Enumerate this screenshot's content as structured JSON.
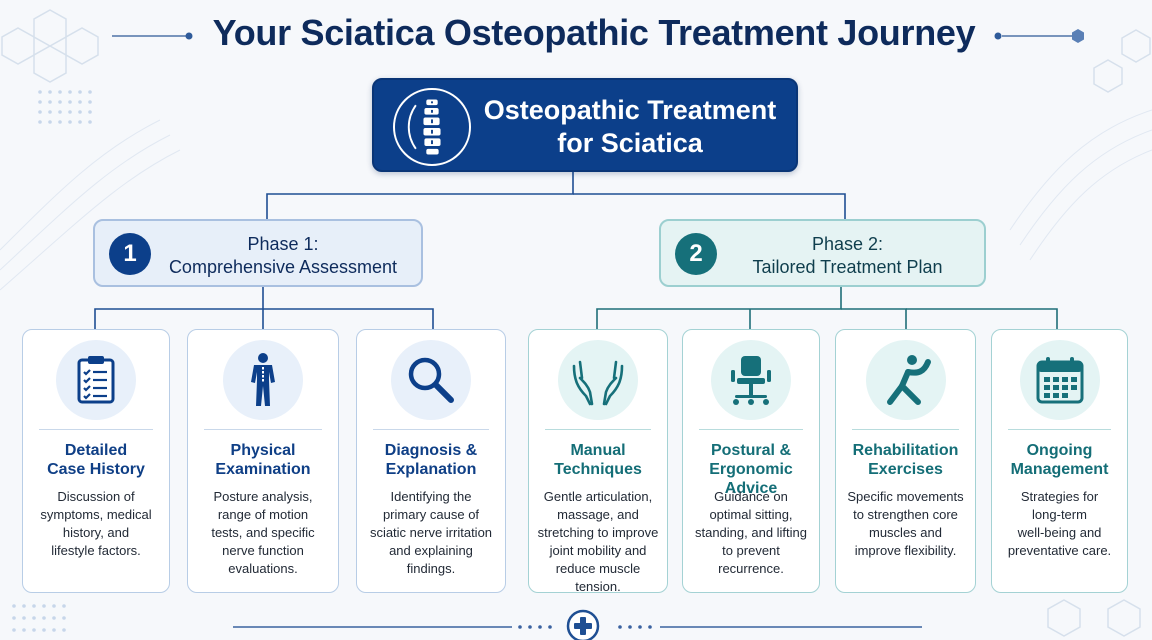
{
  "title": "Your Sciatica Osteopathic Treatment Journey",
  "root": {
    "icon": "spine-icon",
    "lines": [
      "Osteopathic Treatment",
      "for Sciatica"
    ]
  },
  "phases": [
    {
      "number": "1",
      "lines": [
        "Phase 1:",
        "Comprehensive Assessment"
      ]
    },
    {
      "number": "2",
      "lines": [
        "Phase 2:",
        "Tailored Treatment Plan"
      ]
    }
  ],
  "cards": [
    {
      "icon": "clipboard-checklist-icon",
      "title": [
        "Detailed",
        "Case History"
      ],
      "desc": [
        "Discussion of",
        "symptoms, medical",
        "history, and",
        "lifestyle factors."
      ]
    },
    {
      "icon": "human-body-spine-icon",
      "title": [
        "Physical",
        "Examination"
      ],
      "desc": [
        "Posture analysis,",
        "range of motion",
        "tests, and specific",
        "nerve function",
        "evaluations."
      ]
    },
    {
      "icon": "magnifying-glass-icon",
      "title": [
        "Diagnosis &",
        "Explanation"
      ],
      "desc": [
        "Identifying the",
        "primary cause of",
        "sciatic nerve irritation",
        "and explaining",
        "findings."
      ]
    },
    {
      "icon": "open-hands-icon",
      "title": [
        "Manual",
        "Techniques"
      ],
      "desc": [
        "Gentle articulation,",
        "massage, and",
        "stretching to improve",
        "joint mobility and",
        "reduce muscle",
        "tension."
      ]
    },
    {
      "icon": "office-chair-icon",
      "title": [
        "Postural &",
        "Ergonomic Advice"
      ],
      "desc": [
        "Guidance on",
        "optimal sitting,",
        "standing, and lifting",
        "to prevent",
        "recurrence."
      ]
    },
    {
      "icon": "stretching-figure-icon",
      "title": [
        "Rehabilitation",
        "Exercises"
      ],
      "desc": [
        "Specific movements",
        "to strengthen core",
        "muscles and",
        "improve flexibility."
      ]
    },
    {
      "icon": "calendar-icon",
      "title": [
        "Ongoing",
        "Management"
      ],
      "desc": [
        "Strategies for",
        "long-term",
        "well-being and",
        "preventative care."
      ]
    }
  ],
  "colors": {
    "navy": "#0c3f8a",
    "teal": "#16707a",
    "phase1_fill": "#e7eff9",
    "phase2_fill": "#e5f3f3",
    "background": "#f6f8fb"
  },
  "footer_icon": "medical-cross-icon"
}
